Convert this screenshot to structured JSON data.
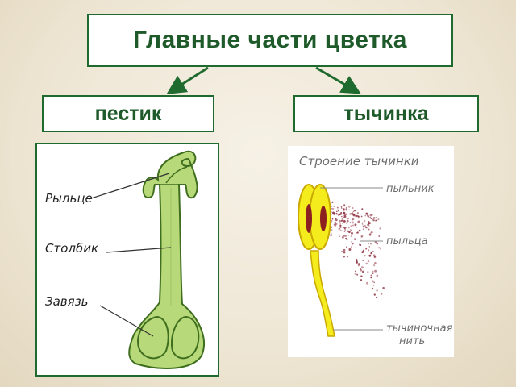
{
  "title": "Главные части цветка",
  "branches": {
    "left": "пестик",
    "right": "тычинка"
  },
  "pistil_labels": {
    "stigma": "Рыльце",
    "style": "Столбик",
    "ovary": "Завязь"
  },
  "stamen": {
    "heading": "Строение тычинки",
    "anther": "пыльник",
    "pollen": "пыльца",
    "filament_line1": "тычиночная",
    "filament_line2": "нить"
  },
  "colors": {
    "frame_green": "#1f6a2e",
    "pistil_fill": "#b8d97a",
    "stamen_yellow": "#f4ec1c",
    "anther_dark": "#8c1f1f",
    "pollen": "#8a2a3a"
  }
}
